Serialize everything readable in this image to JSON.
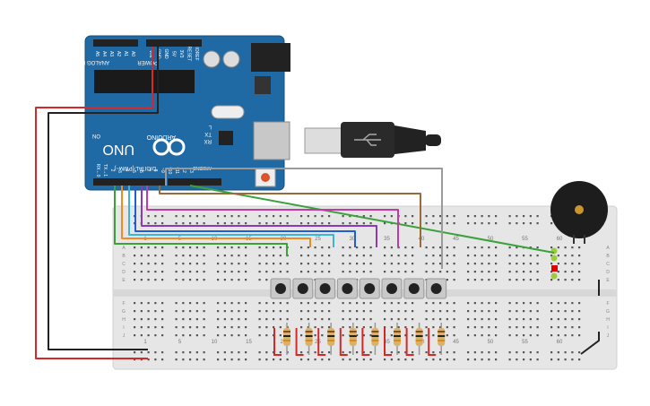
{
  "arduino": {
    "brand": "ARDUINO",
    "model": "UNO",
    "power_header": "POWER",
    "analog_header": "ANALOG IN",
    "digital_header": "DIGITAL (PWM~)",
    "on_label": "ON",
    "tx_label": "TX",
    "rx_label": "RX",
    "l_label": "L",
    "aref_label": "AREF",
    "gnd_label": "GND",
    "analog_pins": [
      "A5",
      "A4",
      "A3",
      "A2",
      "A1",
      "A0"
    ],
    "power_pins": [
      "VIN",
      "GND",
      "GND",
      "5V",
      "3V3",
      "RESET",
      "IOREF"
    ],
    "digital_pins": [
      "RX←0",
      "TX→1",
      "2",
      "~3",
      "4",
      "~5",
      "~6",
      "7",
      "8",
      "~9",
      "~10",
      "~11",
      "12",
      "13"
    ]
  },
  "breadboard": {
    "column_numbers": [
      "1",
      "5",
      "10",
      "15",
      "20",
      "25",
      "30",
      "35",
      "40",
      "45",
      "50",
      "55",
      "60"
    ],
    "row_letters_top": [
      "A",
      "B",
      "C",
      "D",
      "E"
    ],
    "row_letters_bottom": [
      "F",
      "G",
      "H",
      "I",
      "J"
    ]
  },
  "components": {
    "buttons_count": 8,
    "resistors_count": 8
  },
  "colors": {
    "board_blue": "#1f6aa5",
    "breadboard": "#e6e6e6",
    "wire_red": "#d62828",
    "wire_black": "#222222",
    "wire_green": "#3aa23a",
    "wire_orange": "#f08a24",
    "wire_cyan": "#39b5d9",
    "wire_blue": "#1e5fd6",
    "wire_purple": "#8a3ab9",
    "wire_magenta": "#c23aa8",
    "wire_brown": "#9a6a3a",
    "wire_gray": "#9a9a9a"
  }
}
